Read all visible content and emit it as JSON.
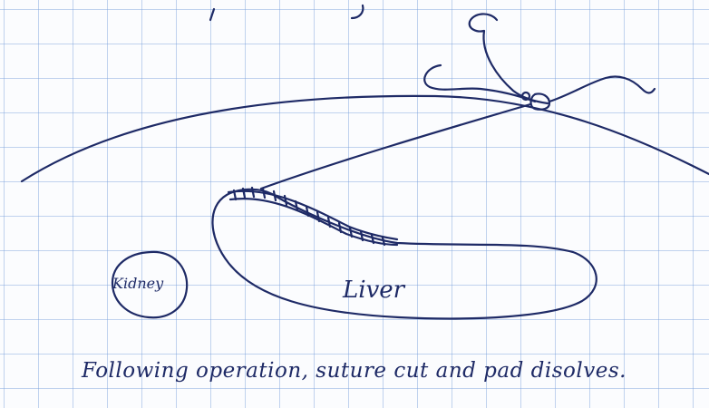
{
  "labels": {
    "kidney": "Kidney",
    "liver": "Liver"
  },
  "caption": "Following operation, suture cut and pad disolves.",
  "colors": {
    "ink": "#1e2a66",
    "grid": "#78a0dc",
    "paper": "#fbfcfe"
  }
}
